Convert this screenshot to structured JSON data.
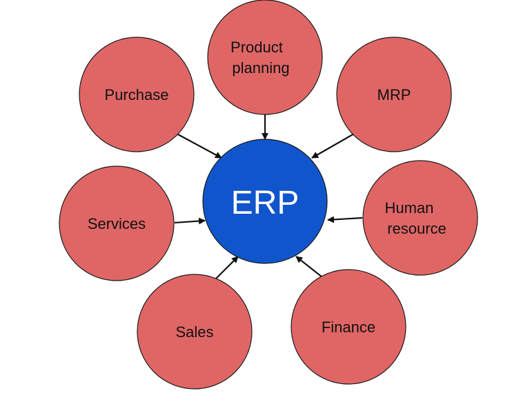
{
  "diagram": {
    "center": {
      "label": "ERP",
      "color": "#1155cc"
    },
    "node_color": "#e06666",
    "nodes": [
      {
        "id": "product-planning",
        "lines": [
          "Product",
          "planning"
        ]
      },
      {
        "id": "purchase",
        "lines": [
          "Purchase"
        ]
      },
      {
        "id": "mrp",
        "lines": [
          "MRP"
        ]
      },
      {
        "id": "services",
        "lines": [
          "Services"
        ]
      },
      {
        "id": "human-resource",
        "lines": [
          "Human",
          "resource"
        ]
      },
      {
        "id": "sales",
        "lines": [
          "Sales"
        ]
      },
      {
        "id": "finance",
        "lines": [
          "Finance"
        ]
      }
    ]
  }
}
